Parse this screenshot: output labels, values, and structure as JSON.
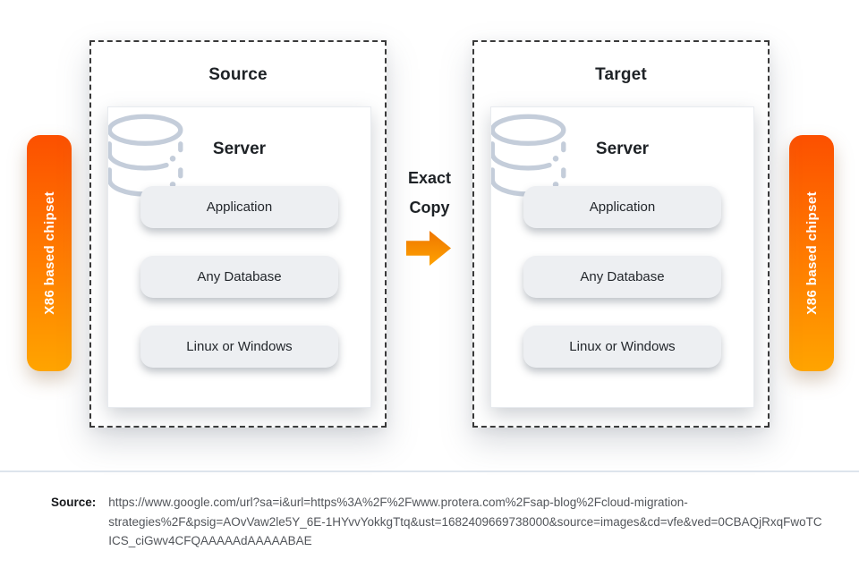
{
  "diagram": {
    "left_chip": "X86 based chipset",
    "right_chip": "X86 based chipset",
    "source": {
      "title": "Source",
      "server_title": "Server",
      "items": [
        "Application",
        "Any Database",
        "Linux or Windows"
      ]
    },
    "target": {
      "title": "Target",
      "server_title": "Server",
      "items": [
        "Application",
        "Any Database",
        "Linux or Windows"
      ]
    },
    "transfer": {
      "line1": "Exact",
      "line2": "Copy",
      "arrow_icon": "right-arrow"
    }
  },
  "colors": {
    "chip_gradient_top": "#fc5000",
    "chip_gradient_bottom": "#ffa400",
    "arrow_gradient_top": "#ee7500",
    "arrow_gradient_bottom": "#ffa300",
    "pill_background": "#edeff2",
    "database_icon": "#c4cdda",
    "dashed_border": "#3a3a3a",
    "separator": "#dde4ec"
  },
  "footer": {
    "label": "Source:",
    "url_lines": [
      "https://www.google.com/url?sa=i&url=https%3A%2F%2Fwww.protera.com%2Fsap-blog%2Fcloud-migration-",
      "strategies%2F&psig=AOvVaw2le5Y_6E-1HYvvYokkgTtq&ust=1682409669738000&source=images&cd=vfe&ved=0CBAQjRxqFwoTC",
      "ICS_ciGwv4CFQAAAAAdAAAAABAE"
    ]
  }
}
